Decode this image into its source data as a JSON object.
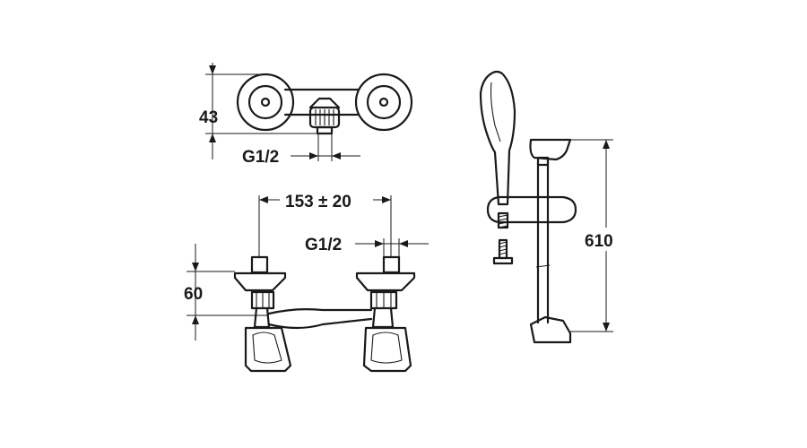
{
  "labels": {
    "top_height": "43",
    "top_thread": "G1/2",
    "spacing": "153 ± 20",
    "front_thread": "G1/2",
    "front_height": "60",
    "rail_length": "610"
  }
}
